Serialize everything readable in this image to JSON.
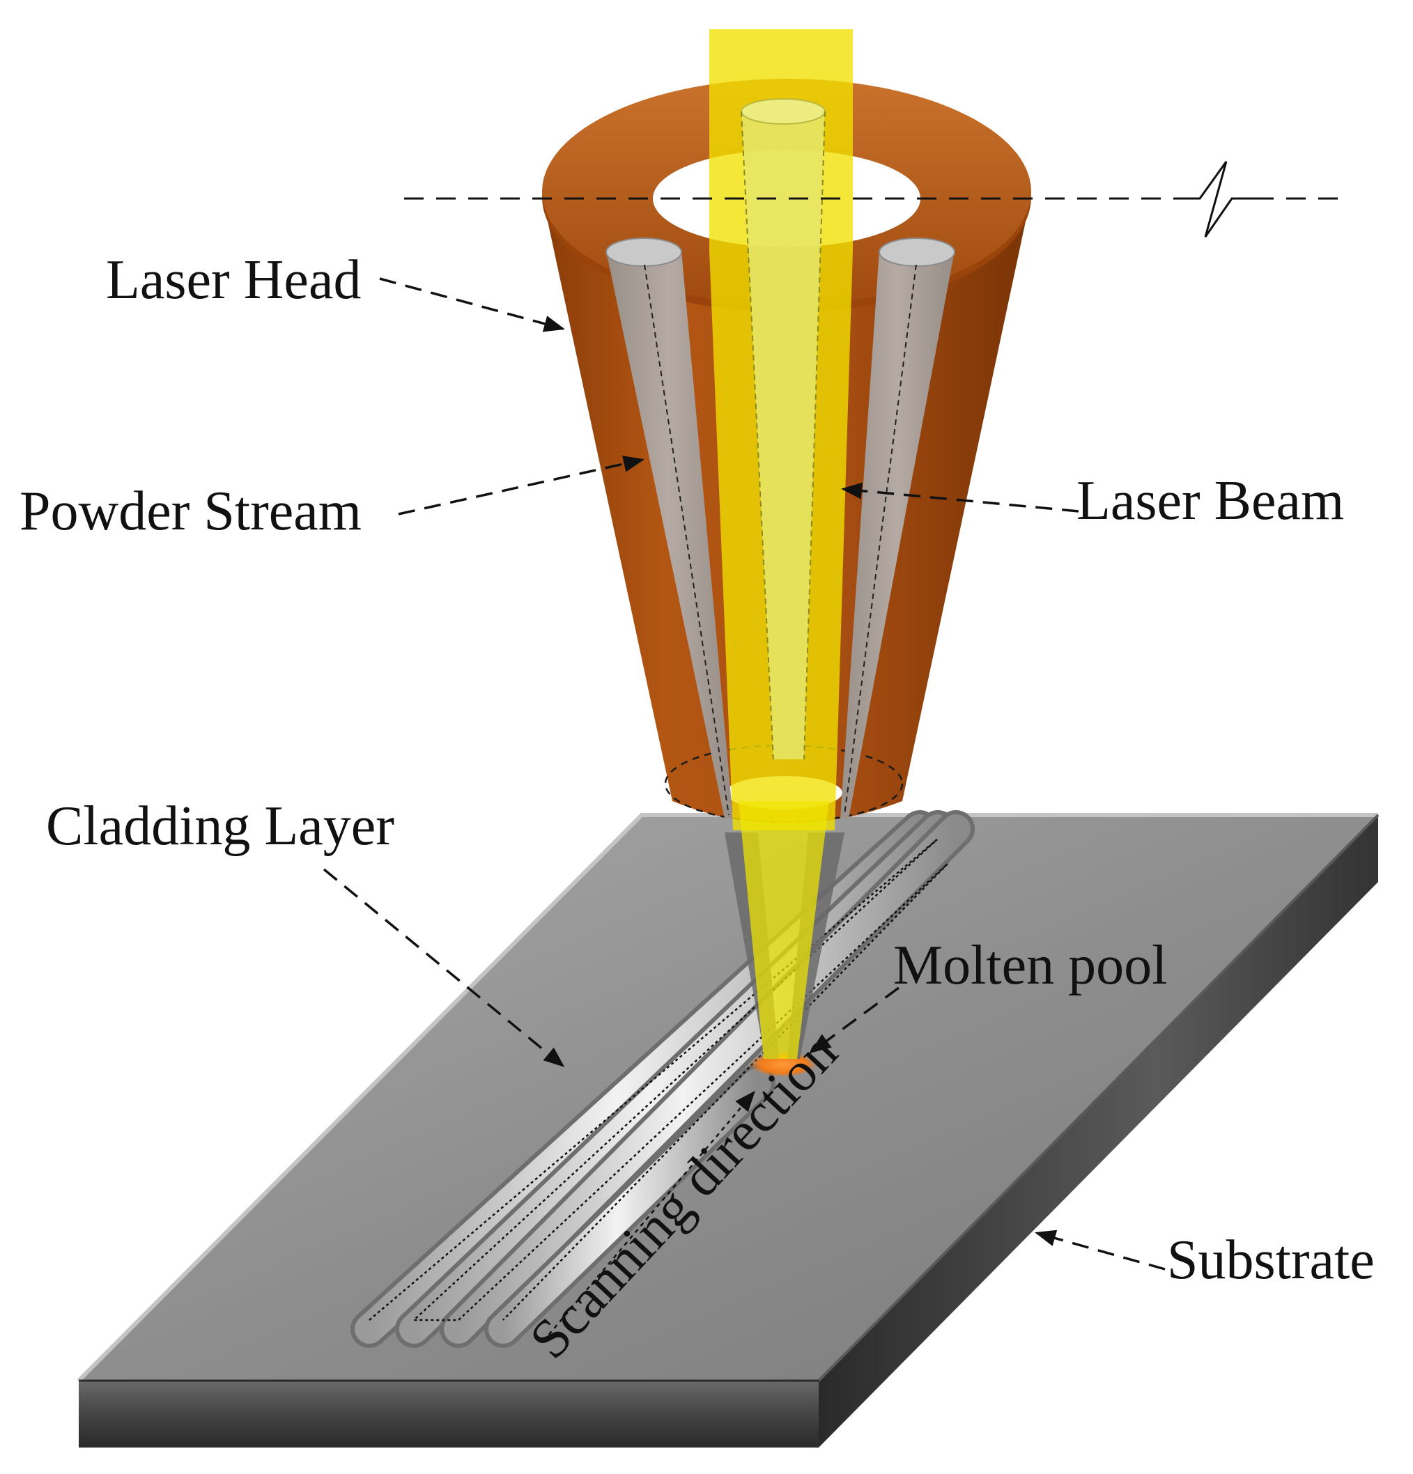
{
  "labels": {
    "laser_head": "Laser Head",
    "powder_stream": "Powder Stream",
    "laser_beam": "Laser Beam",
    "cladding_layer": "Cladding Layer",
    "molten_pool": "Molten pool",
    "substrate": "Substrate",
    "scanning_direction": "Scanning direction"
  },
  "colors": {
    "laser_head": "#a84e12",
    "laser_beam": "#f2e000",
    "powder_stream": "#a89d97",
    "substrate_top": "#8c8c8c",
    "substrate_side": "#3a3a3a",
    "cladding_bead": "#c8c8c8",
    "molten_pool": "#f07a1a"
  }
}
